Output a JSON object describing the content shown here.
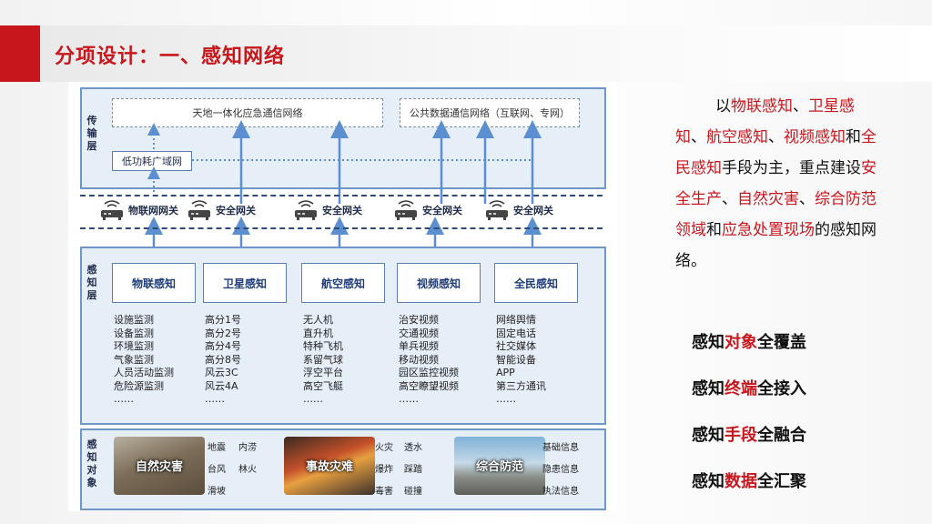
{
  "title": "分项设计：一、感知网络",
  "colors": {
    "accent": "#c8161d",
    "layer_border": "#6f96c8",
    "layer_fill": "#e6eef8",
    "arrow": "#5b8fd0"
  },
  "transport_layer": {
    "label": "传输层",
    "networks": [
      "天地一体化应急通信网络",
      "公共数据通信网络（互联网、专网）"
    ],
    "lpwan": "低功耗广域网"
  },
  "gateways": [
    "物联网网关",
    "安全网关",
    "安全网关",
    "安全网关",
    "安全网关"
  ],
  "sensing_layer": {
    "label": "感知层",
    "columns": [
      {
        "title": "物联感知",
        "items": [
          "设施监测",
          "设备监测",
          "环境监测",
          "气象监测",
          "人员活动监测",
          "危险源监测",
          "……"
        ]
      },
      {
        "title": "卫星感知",
        "items": [
          "高分1号",
          "高分2号",
          "高分4号",
          "高分8号",
          "风云3C",
          "风云4A",
          "……"
        ]
      },
      {
        "title": "航空感知",
        "items": [
          "无人机",
          "直升机",
          "特种飞机",
          "系留气球",
          "浮空平台",
          "高空飞艇",
          "……"
        ]
      },
      {
        "title": "视频感知",
        "items": [
          "治安视频",
          "交通视频",
          "单兵视频",
          "移动视频",
          "园区监控视频",
          "高空瞭望视频",
          "……"
        ]
      },
      {
        "title": "全民感知",
        "items": [
          "网络舆情",
          "固定电话",
          "社交媒体",
          "智能设备",
          "APP",
          "第三方通讯",
          "……"
        ]
      }
    ]
  },
  "objects_layer": {
    "label": "感知对象",
    "groups": [
      {
        "caption": "自然灾害",
        "items": [
          "地震",
          "内涝",
          "台风",
          "林火",
          "滑坡"
        ]
      },
      {
        "caption": "事故灾难",
        "items": [
          "火灾",
          "透水",
          "爆炸",
          "踩踏",
          "毒害",
          "碰撞"
        ]
      },
      {
        "caption": "综合防范",
        "items": [
          "基础信息",
          "隐患信息",
          "执法信息"
        ]
      }
    ]
  },
  "description": {
    "p1": "以",
    "h1": "物联感知",
    "p2": "、",
    "h2": "卫星感知",
    "p3": "、",
    "h3": "航空感知",
    "p4": "、",
    "h4": "视频感知",
    "p5": "和",
    "h5": "全民感知",
    "p6": "手段为主，重点建设",
    "h6": "安全生产",
    "p7": "、",
    "h7": "自然灾害",
    "p8": "、",
    "h8": "综合防范领域",
    "p9": "和",
    "h9": "应急处置现场",
    "p10": "的感知网络。"
  },
  "full_coverage": [
    {
      "pre": "感知",
      "hl": "对象",
      "post": "全覆盖"
    },
    {
      "pre": "感知",
      "hl": "终端",
      "post": "全接入"
    },
    {
      "pre": "感知",
      "hl": "手段",
      "post": "全融合"
    },
    {
      "pre": "感知",
      "hl": "数据",
      "post": "全汇聚"
    }
  ]
}
